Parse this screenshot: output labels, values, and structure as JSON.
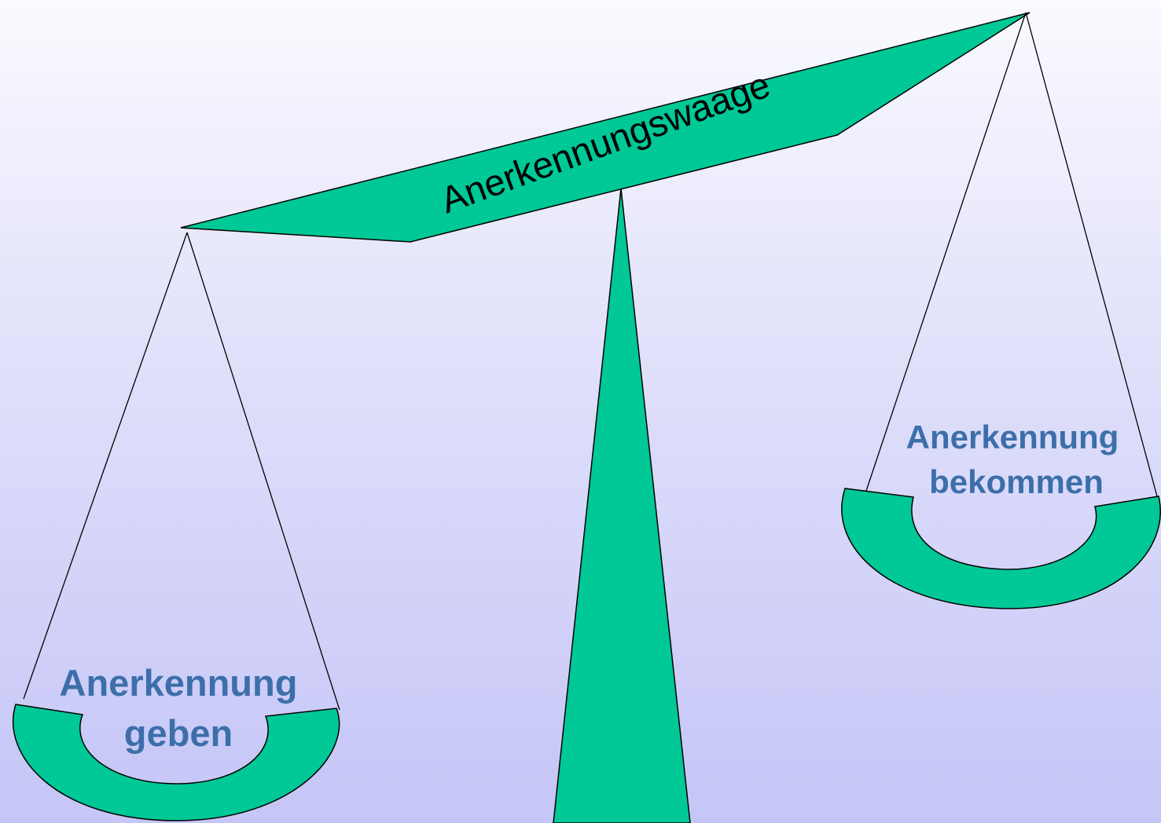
{
  "diagram": {
    "beam_label": "Anerkennungswaage",
    "left_pan": {
      "line1": "Anerkennung",
      "line2": "geben"
    },
    "right_pan": {
      "line1": "Anerkennung",
      "line2": "bekommen"
    },
    "colors": {
      "shape_fill": "#00c896",
      "label_color": "#3c6faa",
      "outline": "#000000"
    }
  }
}
